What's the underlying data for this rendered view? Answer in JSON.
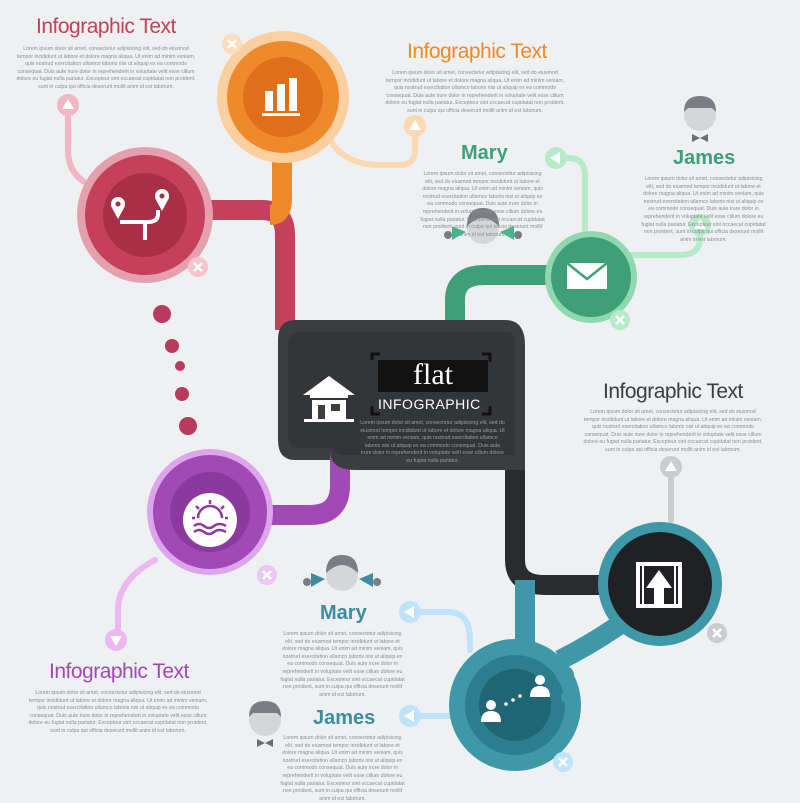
{
  "colors": {
    "red": "#c5405a",
    "orange": "#ef8a2c",
    "green": "#3fa077",
    "purple": "#a14ab6",
    "teal": "#3f98a8",
    "dark": "#35383c",
    "heading_red": "#c5405a",
    "heading_orange": "#ec8a2b",
    "heading_dark": "#3a3d42",
    "heading_purple": "#a14ab6",
    "name_green": "#3fa07c",
    "name_teal": "#3d8da0"
  },
  "headings": {
    "top_left": "Infographic Text",
    "top_center": "Infographic Text",
    "right": "Infographic Text",
    "bottom_left": "Infographic Text"
  },
  "names": {
    "mary_top": "Mary",
    "james_top": "James",
    "mary_bottom": "Mary",
    "james_bottom": "James"
  },
  "center": {
    "title": "flat",
    "subtitle": "INFOGRAPHIC"
  },
  "body_text": {
    "top_left": "Lorem ipsum dolor sit amet, consectetur adipisicing elit, sed do eiusmod tempor incididunt ut labore et dolore magna aliqua. Ut enim ad minim veniam, quis nostrud exercitation ullamco laboris nisi ut aliquip ex ea commodo consequat. Duis aute irure dolor in reprehenderit in voluptate velit esse cillum dolore eu fugiat nulla pariatur. Excepteur sint occaecat cupidatat non proident, sunt in culpa qui officia deserunt mollit anim id est laborum.",
    "top_center": "Lorem ipsum dolor sit amet, consectetur adipisicing elit, sed do eiusmod tempor incididunt ut labore et dolore magna aliqua. Ut enim ad minim veniam, quis nostrud exercitation ullamco laboris nisi ut aliquip ex ea commodo consequat. Duis aute irure dolor in reprehenderit in voluptate velit esse cillum dolore eu fugiat nulla pariatur. Excepteur sint occaecat cupidatat non proident, sunt in culpa qui officia deserunt mollit anim id est laborum.",
    "mary_top": "Lorem ipsum dolor sit amet, consectetur adipisicing elit, sed do eiusmod tempor incididunt ut labore et dolore magna aliqua. Ut enim ad minim veniam, quis nostrud exercitation ullamco laboris nisi ut aliquip ex ea commodo consequat. Duis aute irure dolor in reprehenderit in voluptate velit esse cillum dolore eu fugiat nulla pariatur. Excepteur sint occaecat cupidatat non proident, sunt in culpa qui officia deserunt mollit anim id est laborum.",
    "james_top": "Lorem ipsum dolor sit amet, consectetur adipisicing elit, sed do eiusmod tempor incididunt ut labore et dolore magna aliqua. Ut enim ad minim veniam, quis nostrud exercitation ullamco laboris nisi ut aliquip ex ea commodo consequat. Duis aute irure dolor in reprehenderit in voluptate velit esse cillum dolore eu fugiat nulla pariatur. Excepteur sint occaecat cupidatat non proident, sunt in culpa qui officia deserunt mollit anim id est laborum.",
    "center": "Lorem ipsum dolor sit amet, consectetur adipisicing elit, sed do eiusmod tempor incididunt ut labore et dolore magna aliqua. Ut enim ad minim veniam, quis nostrud exercitation ullamco laboris nisi ut aliquip ex ea commodo consequat. Duis aute irure dolor in reprehenderit in voluptate velit esse cillum dolore eu fugiat nulla pariatur.",
    "right": "Lorem ipsum dolor sit amet, consectetur adipisicing elit, sed do eiusmod tempor incididunt ut labore et dolore magna aliqua. Ut enim ad minim veniam, quis nostrud exercitation ullamco laboris nisi ut aliquip ex ea commodo consequat. Duis aute irure dolor in reprehenderit in voluptate velit esse cillum dolore eu fugiat nulla pariatur. Excepteur sint occaecat cupidatat non proident, sunt in culpa qui officia deserunt mollit anim id est laborum.",
    "mary_bottom": "Lorem ipsum dolor sit amet, consectetur adipisicing elit, sed do eiusmod tempor incididunt ut labore et dolore magna aliqua. Ut enim ad minim veniam, quis nostrud exercitation ullamco laboris nisi ut aliquip ex ea commodo consequat. Duis aute irure dolor in reprehenderit in voluptate velit esse cillum dolore eu fugiat nulla pariatur. Excepteur sint occaecat cupidatat non proident, sunt in culpa qui officia deserunt mollit anim id est laborum.",
    "bottom_left": "Lorem ipsum dolor sit amet, consectetur adipisicing elit, sed do eiusmod tempor incididunt ut labore et dolore magna aliqua. Ut enim ad minim veniam, quis nostrud exercitation ullamco laboris nisi ut aliquip ex ea commodo consequat. Duis aute irure dolor in reprehenderit in voluptate velit esse cillum dolore eu fugiat nulla pariatur. Excepteur sint occaecat cupidatat non proident, sunt in culpa qui officia deserunt mollit anim id est laborum.",
    "james_bottom": "Lorem ipsum dolor sit amet, consectetur adipisicing elit, sed do eiusmod tempor incididunt ut labore et dolore magna aliqua. Ut enim ad minim veniam, quis nostrud exercitation ullamco laboris nisi ut aliquip ex ea commodo consequat. Duis aute irure dolor in reprehenderit in voluptate velit esse cillum dolore eu fugiat nulla pariatur. Excepteur sint occaecat cupidatat non proident, sunt in culpa qui officia deserunt mollit anim id est laborum."
  },
  "icons": {
    "red_node": "route-pin-icon",
    "orange_node": "bar-chart-icon",
    "green_node": "envelope-icon",
    "center_node": "house-icon",
    "purple_node": "sun-sea-icon",
    "dark_node": "upload-arrow-icon",
    "teal_node": "chat-users-icon"
  }
}
